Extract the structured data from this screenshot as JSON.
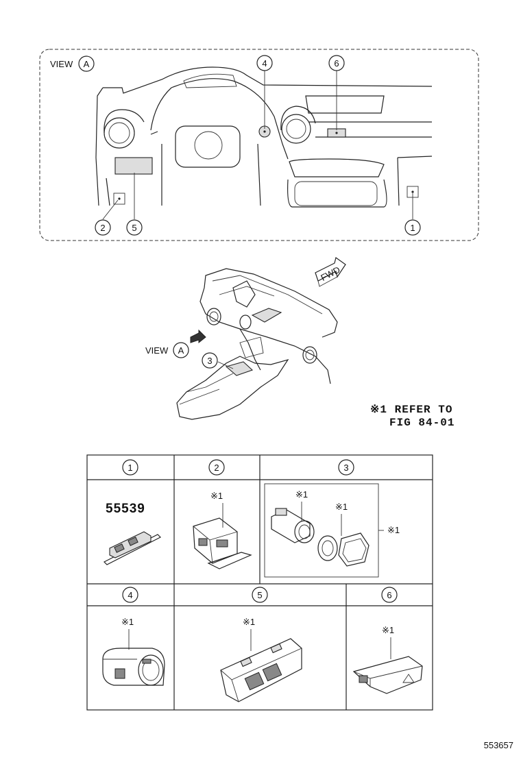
{
  "view_label": "VIEW",
  "view_letter": "A",
  "callouts": {
    "c1": "1",
    "c2": "2",
    "c3": "3",
    "c4": "4",
    "c5": "5",
    "c6": "6"
  },
  "fwd_label": "FWD",
  "refer_note": {
    "line1": "※1 REFER TO",
    "line2": "FIG 84-01"
  },
  "parts_table": {
    "headers": [
      "1",
      "2",
      "3",
      "4",
      "5",
      "6"
    ],
    "part_number_1": "55539",
    "note_mark": "※1"
  },
  "figure_id": "553657"
}
